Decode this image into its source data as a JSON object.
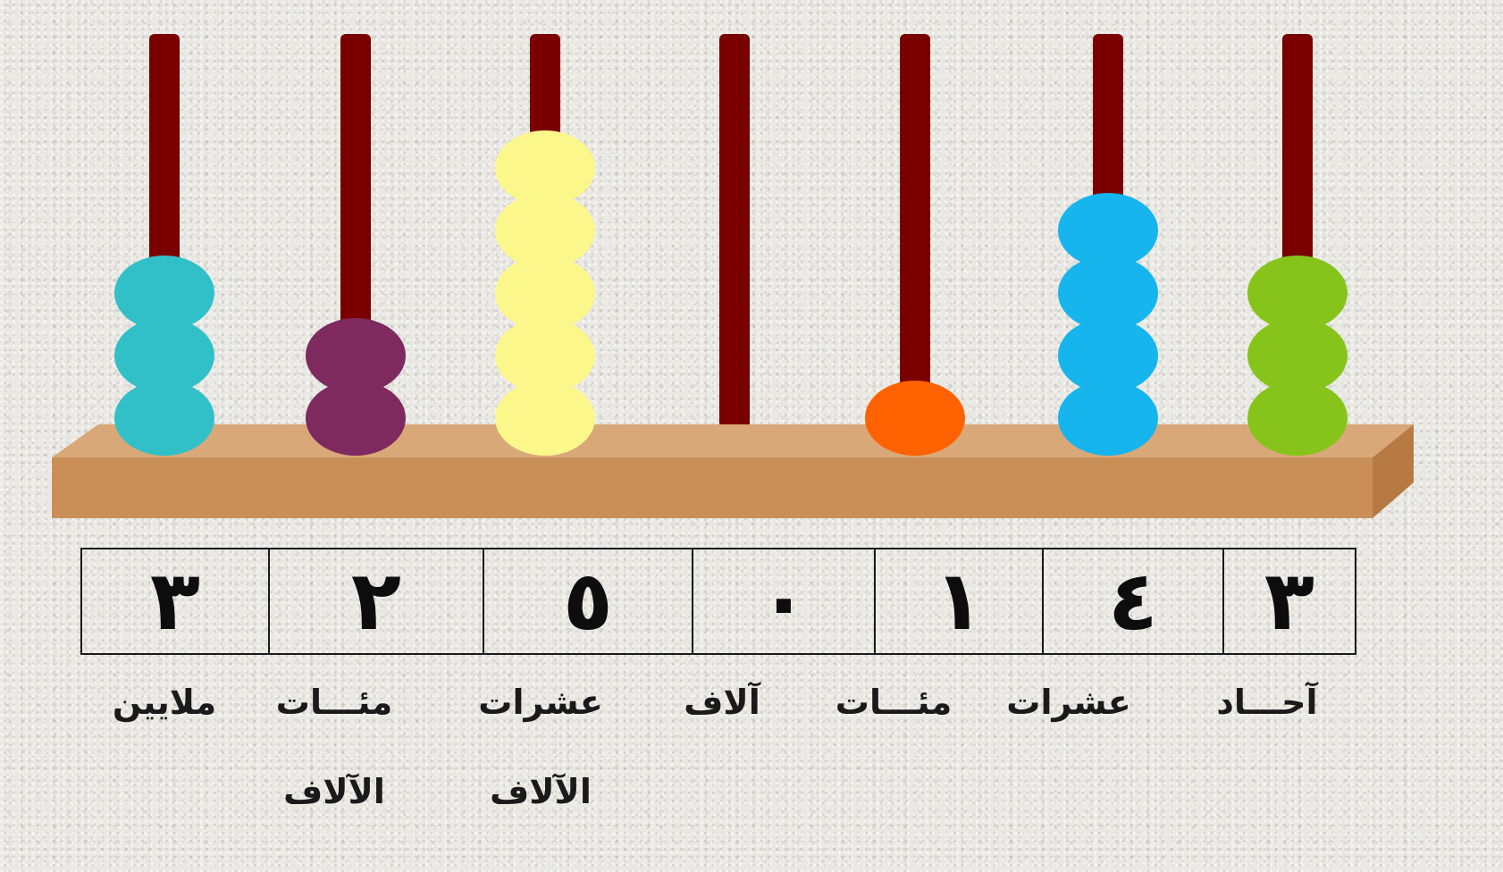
{
  "colors": {
    "rod": "#7a0000",
    "base_top": "#d9a878",
    "base_front": "#c98f57",
    "base_side": "#b67a42"
  },
  "columns": [
    {
      "place_line1": "ملايين",
      "place_line2": "",
      "digit": "٣",
      "beads": 3,
      "bead_color": "#32c0c8"
    },
    {
      "place_line1": "مئـــات",
      "place_line2": "الآلاف",
      "digit": "٢",
      "beads": 2,
      "bead_color": "#7e2a5f"
    },
    {
      "place_line1": "عشرات",
      "place_line2": "الآلاف",
      "digit": "٥",
      "beads": 5,
      "bead_color": "#fbf78a"
    },
    {
      "place_line1": "آلاف",
      "place_line2": "",
      "digit": "٠",
      "beads": 0,
      "bead_color": ""
    },
    {
      "place_line1": "مئـــات",
      "place_line2": "",
      "digit": "١",
      "beads": 1,
      "bead_color": "#ff6200"
    },
    {
      "place_line1": "عشرات",
      "place_line2": "",
      "digit": "٤",
      "beads": 4,
      "bead_color": "#16b5ee"
    },
    {
      "place_line1": "آحـــاد",
      "place_line2": "",
      "digit": "٣",
      "beads": 3,
      "bead_color": "#86c41b"
    }
  ]
}
